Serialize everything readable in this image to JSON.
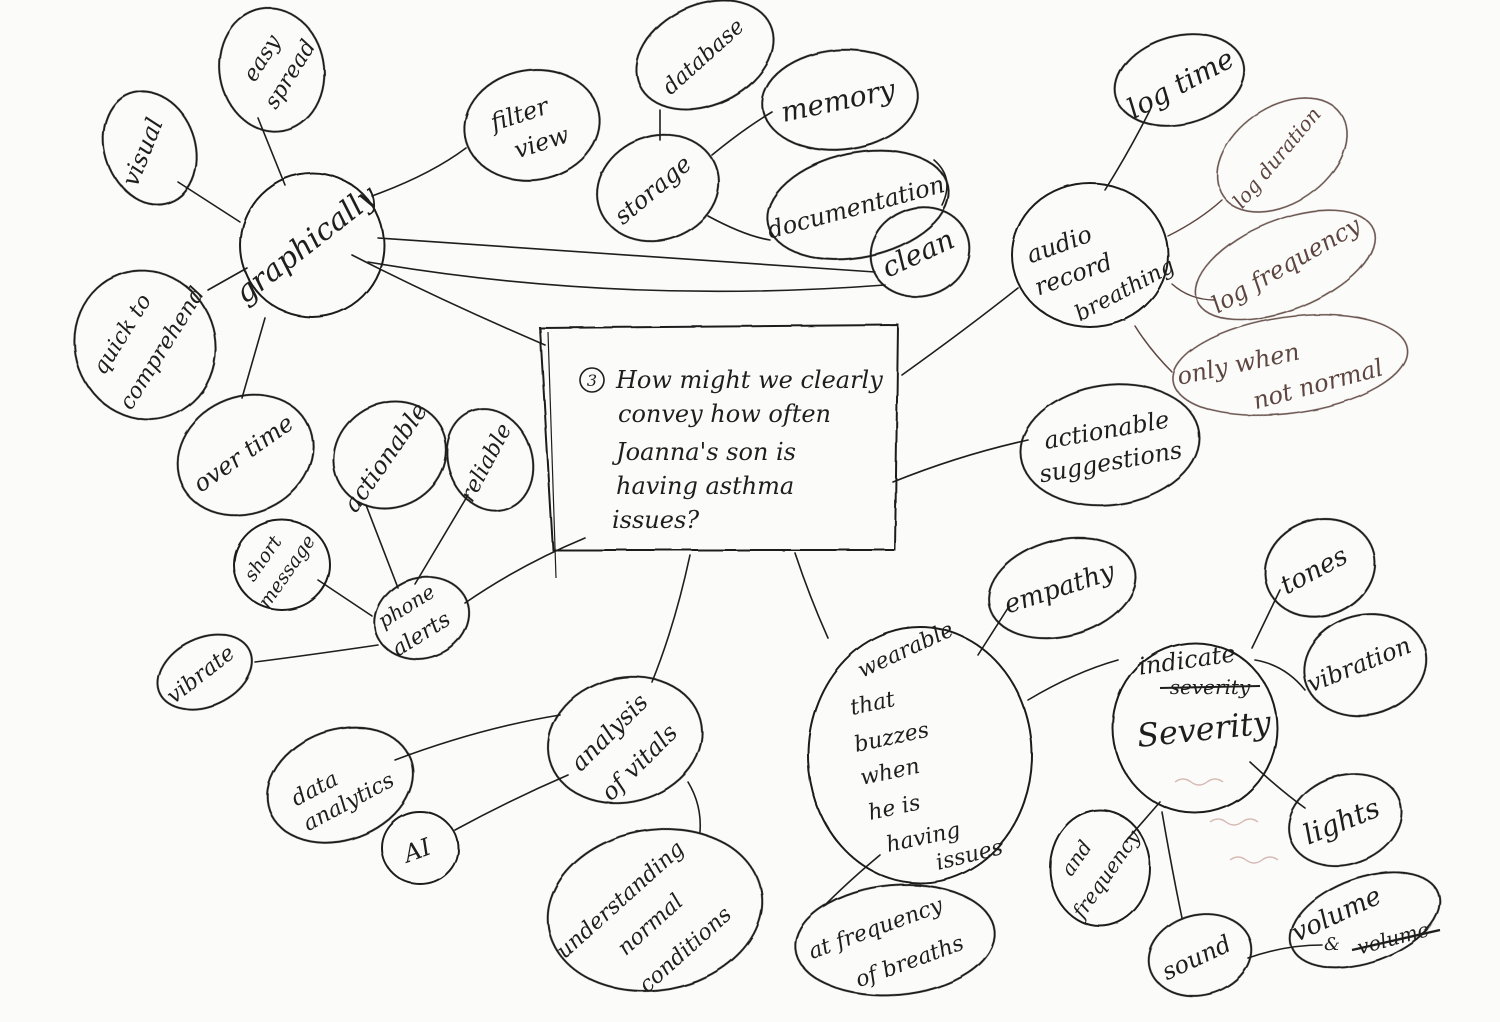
{
  "style": {
    "ink": "#1e1e1e",
    "brown_ink": "#5e4640",
    "faint": "#c9a9a4",
    "paper": "#fbfbf9"
  },
  "center": {
    "number": "3",
    "question_lines": [
      "How might we clearly",
      "convey how often",
      "Joanna's son is",
      "having asthma",
      "issues?"
    ]
  },
  "nodes": {
    "graphically": "graphically",
    "visual": "visual",
    "easy_spread": [
      "easy",
      "spread"
    ],
    "quick_comprehend": [
      "quick to",
      "comprehend"
    ],
    "over_time": "over time",
    "filter_view": [
      "filter",
      "view"
    ],
    "storage": "storage",
    "database": "database",
    "memory": "memory",
    "documentation": "documentation",
    "clean": "clean",
    "audio": [
      "audio",
      "record",
      "breathing"
    ],
    "log_time": "log time",
    "log_duration": "log duration",
    "log_frequency": "log frequency",
    "only_when": [
      "only when",
      "not normal"
    ],
    "actionable_suggestions": [
      "actionable",
      "suggestions"
    ],
    "actionable": "actionable",
    "reliable": "reliable",
    "short_message": [
      "short",
      "message"
    ],
    "phone_alerts": [
      "phone",
      "alerts"
    ],
    "vibrate": "vibrate",
    "analysis": [
      "analysis",
      "of vitals"
    ],
    "data_analytics": [
      "data",
      "analytics"
    ],
    "ai": "AI",
    "understanding": [
      "understanding",
      "normal",
      "conditions"
    ],
    "wearable": [
      "wearable",
      "that",
      "buzzes",
      "when",
      "he is",
      "having",
      "issues"
    ],
    "at_frequency": [
      "at frequency",
      "of breaths"
    ],
    "empathy": "empathy",
    "indicate_severity": [
      "indicate",
      "severity",
      "Severity"
    ],
    "tones": "tones",
    "vibration": "vibration",
    "lights": "lights",
    "and_frequency": [
      "and",
      "frequency"
    ],
    "sound": "sound",
    "volume": [
      "volume",
      "&",
      "volume"
    ]
  }
}
